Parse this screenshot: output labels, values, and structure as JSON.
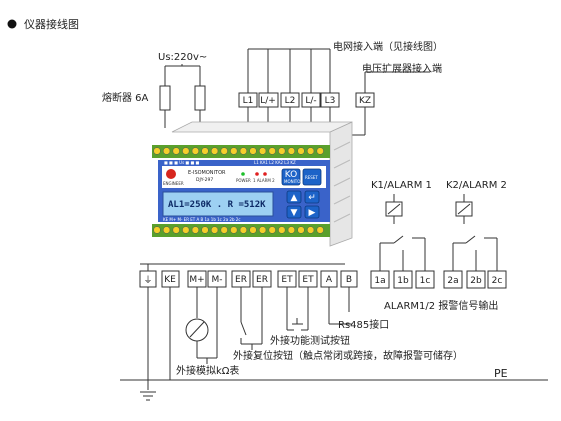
{
  "heading": "仪器接线图",
  "supply_voltage": "Us:220v~",
  "fuse_label": "熔断器 6A",
  "grid_note": "电网接入端（见接线图）",
  "expander_note": "电压扩展器接入端",
  "top_terminals": [
    "L1",
    "L/+",
    "L2",
    "L/-",
    "L3",
    "KZ"
  ],
  "device": {
    "brand": "ENGINEER",
    "monitor": "E-ISOMONITOR",
    "model": "DJY-297",
    "lcd_text": "AL1=250K . R =512K",
    "indicators": [
      "POWER",
      "1 ALARM 2"
    ],
    "key_labels": [
      "KO",
      "MONITOR",
      "RESET"
    ],
    "top_strip_left": "■ ■ ■  Us  ■ ■ ■",
    "top_strip_right": "L1  KA1  L2  KA2  L3  KZ",
    "bottom_strip": "KE  M+  M-  ER  ET  A  B   1a 1b 1c 2a 2b 2c"
  },
  "relays": [
    {
      "label": "K1/ALARM 1"
    },
    {
      "label": "K2/ALARM 2"
    }
  ],
  "relay_terminals": [
    "1a",
    "1b",
    "1c",
    "2a",
    "2b",
    "2c"
  ],
  "relay_note": "ALARM1/2 报警信号输出",
  "bottom_terminals": [
    "KE",
    "M+",
    "M-",
    "ER",
    "ER",
    "ET",
    "ET",
    "A",
    "B"
  ],
  "rs485_note": "Rs485接口",
  "test_button_note": "外接功能测试按钮",
  "reset_button_note": "外接复位按钮（触点常闭或跨接，故障报警可储存）",
  "meter_note": "外接模拟kΩ表",
  "pe_label": "PE"
}
